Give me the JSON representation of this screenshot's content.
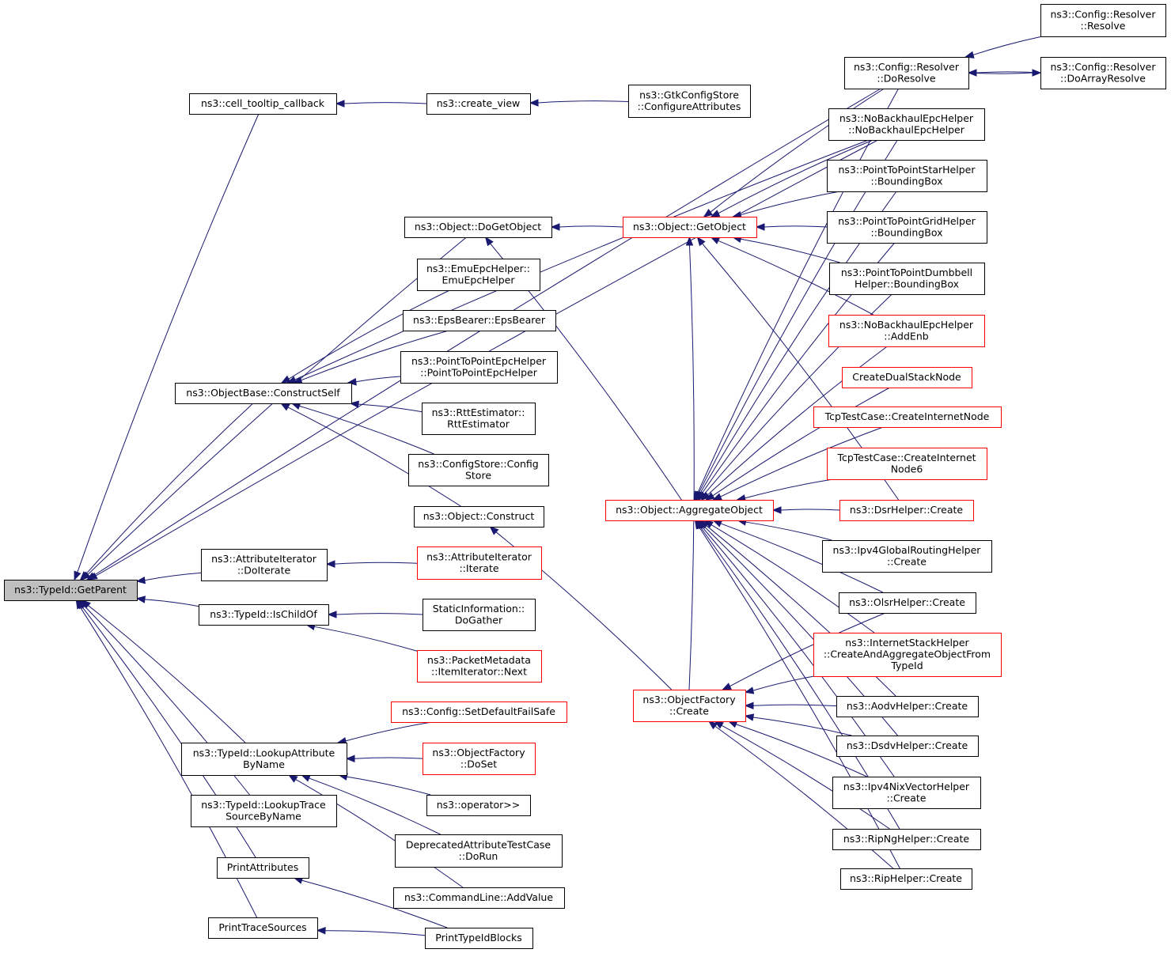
{
  "diagram": {
    "type": "doxygen-caller-graph",
    "colors": {
      "edge": "#191970",
      "border": "#000000",
      "truncated_border": "#ff0000",
      "root_fill": "#bfbfbf"
    },
    "nodes": [
      {
        "id": "root",
        "lines": [
          "ns3::TypeId::GetParent"
        ],
        "style": "root"
      },
      {
        "id": "cell_tooltip",
        "lines": [
          "ns3::cell_tooltip_callback"
        ],
        "style": "normal"
      },
      {
        "id": "create_view",
        "lines": [
          "ns3::create_view"
        ],
        "style": "normal"
      },
      {
        "id": "gtk_cfg",
        "lines": [
          "ns3::GtkConfigStore",
          "::ConfigureAttributes"
        ],
        "style": "normal"
      },
      {
        "id": "resolver_resolve",
        "lines": [
          "ns3::Config::Resolver",
          "::Resolve"
        ],
        "style": "normal"
      },
      {
        "id": "resolver_doresolve",
        "lines": [
          "ns3::Config::Resolver",
          "::DoResolve"
        ],
        "style": "normal"
      },
      {
        "id": "resolver_doarray",
        "lines": [
          "ns3::Config::Resolver",
          "::DoArrayResolve"
        ],
        "style": "normal"
      },
      {
        "id": "nobackhaul_ctor",
        "lines": [
          "ns3::NoBackhaulEpcHelper",
          "::NoBackhaulEpcHelper"
        ],
        "style": "normal"
      },
      {
        "id": "p2pstar_bb",
        "lines": [
          "ns3::PointToPointStarHelper",
          "::BoundingBox"
        ],
        "style": "normal"
      },
      {
        "id": "p2pgrid_bb",
        "lines": [
          "ns3::PointToPointGridHelper",
          "::BoundingBox"
        ],
        "style": "normal"
      },
      {
        "id": "p2pdumb_bb",
        "lines": [
          "ns3::PointToPointDumbbell",
          "Helper::BoundingBox"
        ],
        "style": "normal"
      },
      {
        "id": "nobackhaul_addenb",
        "lines": [
          "ns3::NoBackhaulEpcHelper",
          "::AddEnb"
        ],
        "style": "red"
      },
      {
        "id": "dualstack",
        "lines": [
          "CreateDualStackNode"
        ],
        "style": "red"
      },
      {
        "id": "tcp_inet",
        "lines": [
          "TcpTestCase::CreateInternetNode"
        ],
        "style": "red"
      },
      {
        "id": "tcp_inet6",
        "lines": [
          "TcpTestCase::CreateInternet",
          "Node6"
        ],
        "style": "red"
      },
      {
        "id": "dsr_create",
        "lines": [
          "ns3::DsrHelper::Create"
        ],
        "style": "red"
      },
      {
        "id": "ipv4global",
        "lines": [
          "ns3::Ipv4GlobalRoutingHelper",
          "::Create"
        ],
        "style": "normal"
      },
      {
        "id": "olsr",
        "lines": [
          "ns3::OlsrHelper::Create"
        ],
        "style": "normal"
      },
      {
        "id": "inetstack",
        "lines": [
          "ns3::InternetStackHelper",
          "::CreateAndAggregateObjectFrom",
          "TypeId"
        ],
        "style": "red"
      },
      {
        "id": "aodv",
        "lines": [
          "ns3::AodvHelper::Create"
        ],
        "style": "normal"
      },
      {
        "id": "dsdv",
        "lines": [
          "ns3::DsdvHelper::Create"
        ],
        "style": "normal"
      },
      {
        "id": "ipv4nix",
        "lines": [
          "ns3::Ipv4NixVectorHelper",
          "::Create"
        ],
        "style": "normal"
      },
      {
        "id": "ripng",
        "lines": [
          "ns3::RipNgHelper::Create"
        ],
        "style": "normal"
      },
      {
        "id": "rip",
        "lines": [
          "ns3::RipHelper::Create"
        ],
        "style": "normal"
      },
      {
        "id": "dogetobject",
        "lines": [
          "ns3::Object::DoGetObject"
        ],
        "style": "normal"
      },
      {
        "id": "getobject",
        "lines": [
          "ns3::Object::GetObject"
        ],
        "style": "red"
      },
      {
        "id": "aggregate",
        "lines": [
          "ns3::Object::AggregateObject"
        ],
        "style": "red"
      },
      {
        "id": "objfactory_create",
        "lines": [
          "ns3::ObjectFactory",
          "::Create"
        ],
        "style": "red"
      },
      {
        "id": "emuepc",
        "lines": [
          "ns3::EmuEpcHelper::",
          "EmuEpcHelper"
        ],
        "style": "normal"
      },
      {
        "id": "epsbearer",
        "lines": [
          "ns3::EpsBearer::EpsBearer"
        ],
        "style": "normal"
      },
      {
        "id": "p2pepc",
        "lines": [
          "ns3::PointToPointEpcHelper",
          "::PointToPointEpcHelper"
        ],
        "style": "normal"
      },
      {
        "id": "rtt",
        "lines": [
          "ns3::RttEstimator::",
          "RttEstimator"
        ],
        "style": "normal"
      },
      {
        "id": "configstore",
        "lines": [
          "ns3::ConfigStore::Config",
          "Store"
        ],
        "style": "normal"
      },
      {
        "id": "construct",
        "lines": [
          "ns3::Object::Construct"
        ],
        "style": "normal"
      },
      {
        "id": "constructself",
        "lines": [
          "ns3::ObjectBase::ConstructSelf"
        ],
        "style": "normal"
      },
      {
        "id": "attriter_doiter",
        "lines": [
          "ns3::AttributeIterator",
          "::DoIterate"
        ],
        "style": "normal"
      },
      {
        "id": "attriter_iter",
        "lines": [
          "ns3::AttributeIterator",
          "::Iterate"
        ],
        "style": "red"
      },
      {
        "id": "ischildof",
        "lines": [
          "ns3::TypeId::IsChildOf"
        ],
        "style": "normal"
      },
      {
        "id": "staticinfo",
        "lines": [
          "StaticInformation::",
          "DoGather"
        ],
        "style": "normal"
      },
      {
        "id": "pktmeta",
        "lines": [
          "ns3::PacketMetadata",
          "::ItemIterator::Next"
        ],
        "style": "red"
      },
      {
        "id": "lookupattr",
        "lines": [
          "ns3::TypeId::LookupAttribute",
          "ByName"
        ],
        "style": "normal"
      },
      {
        "id": "setdefaultfailsafe",
        "lines": [
          "ns3::Config::SetDefaultFailSafe"
        ],
        "style": "red"
      },
      {
        "id": "objfactory_doset",
        "lines": [
          "ns3::ObjectFactory",
          "::DoSet"
        ],
        "style": "red"
      },
      {
        "id": "operator_rr",
        "lines": [
          "ns3::operator>>"
        ],
        "style": "normal"
      },
      {
        "id": "deprecated",
        "lines": [
          "DeprecatedAttributeTestCase",
          "::DoRun"
        ],
        "style": "normal"
      },
      {
        "id": "cmdline",
        "lines": [
          "ns3::CommandLine::AddValue"
        ],
        "style": "normal"
      },
      {
        "id": "lookuptrace",
        "lines": [
          "ns3::TypeId::LookupTrace",
          "SourceByName"
        ],
        "style": "normal"
      },
      {
        "id": "printattrs",
        "lines": [
          "PrintAttributes"
        ],
        "style": "normal"
      },
      {
        "id": "printtrace",
        "lines": [
          "PrintTraceSources"
        ],
        "style": "normal"
      },
      {
        "id": "printtypeid",
        "lines": [
          "PrintTypeIdBlocks"
        ],
        "style": "normal"
      }
    ],
    "edges": [
      [
        "cell_tooltip",
        "root"
      ],
      [
        "constructself",
        "root"
      ],
      [
        "attriter_doiter",
        "root"
      ],
      [
        "ischildof",
        "root"
      ],
      [
        "lookupattr",
        "root"
      ],
      [
        "lookuptrace",
        "root"
      ],
      [
        "printattrs",
        "root"
      ],
      [
        "printtrace",
        "root"
      ],
      [
        "resolver_doresolve",
        "root"
      ],
      [
        "nobackhaul_ctor",
        "root"
      ],
      [
        "dogetobject",
        "root"
      ],
      [
        "create_view",
        "cell_tooltip"
      ],
      [
        "gtk_cfg",
        "create_view"
      ],
      [
        "resolver_resolve",
        "resolver_doresolve"
      ],
      [
        "resolver_doarray",
        "resolver_doresolve"
      ],
      [
        "resolver_doresolve",
        "resolver_doarray"
      ],
      [
        "getobject",
        "dogetobject"
      ],
      [
        "aggregate",
        "dogetobject"
      ],
      [
        "resolver_doresolve",
        "getobject"
      ],
      [
        "nobackhaul_ctor",
        "getobject"
      ],
      [
        "p2pstar_bb",
        "getobject"
      ],
      [
        "p2pgrid_bb",
        "getobject"
      ],
      [
        "p2pdumb_bb",
        "getobject"
      ],
      [
        "nobackhaul_addenb",
        "getobject"
      ],
      [
        "dsr_create",
        "getobject"
      ],
      [
        "objfactory_create",
        "getobject"
      ],
      [
        "resolver_doresolve",
        "aggregate"
      ],
      [
        "nobackhaul_ctor",
        "aggregate"
      ],
      [
        "p2pstar_bb",
        "aggregate"
      ],
      [
        "p2pgrid_bb",
        "aggregate"
      ],
      [
        "p2pdumb_bb",
        "aggregate"
      ],
      [
        "nobackhaul_addenb",
        "aggregate"
      ],
      [
        "dualstack",
        "aggregate"
      ],
      [
        "tcp_inet",
        "aggregate"
      ],
      [
        "tcp_inet6",
        "aggregate"
      ],
      [
        "dsr_create",
        "aggregate"
      ],
      [
        "ipv4global",
        "aggregate"
      ],
      [
        "olsr",
        "aggregate"
      ],
      [
        "inetstack",
        "aggregate"
      ],
      [
        "aodv",
        "aggregate"
      ],
      [
        "dsdv",
        "aggregate"
      ],
      [
        "ipv4nix",
        "aggregate"
      ],
      [
        "ripng",
        "aggregate"
      ],
      [
        "rip",
        "aggregate"
      ],
      [
        "inetstack",
        "objfactory_create"
      ],
      [
        "aodv",
        "objfactory_create"
      ],
      [
        "dsdv",
        "objfactory_create"
      ],
      [
        "ipv4nix",
        "objfactory_create"
      ],
      [
        "ripng",
        "objfactory_create"
      ],
      [
        "rip",
        "objfactory_create"
      ],
      [
        "olsr",
        "objfactory_create"
      ],
      [
        "objfactory_create",
        "construct"
      ],
      [
        "emuepc",
        "constructself"
      ],
      [
        "epsbearer",
        "constructself"
      ],
      [
        "p2pepc",
        "constructself"
      ],
      [
        "rtt",
        "constructself"
      ],
      [
        "configstore",
        "constructself"
      ],
      [
        "construct",
        "constructself"
      ],
      [
        "nobackhaul_ctor",
        "constructself"
      ],
      [
        "attriter_iter",
        "attriter_doiter"
      ],
      [
        "staticinfo",
        "ischildof"
      ],
      [
        "pktmeta",
        "ischildof"
      ],
      [
        "setdefaultfailsafe",
        "lookupattr"
      ],
      [
        "objfactory_doset",
        "lookupattr"
      ],
      [
        "operator_rr",
        "lookupattr"
      ],
      [
        "deprecated",
        "lookupattr"
      ],
      [
        "cmdline",
        "lookupattr"
      ],
      [
        "printtypeid",
        "printattrs"
      ],
      [
        "printtypeid",
        "printtrace"
      ]
    ]
  }
}
